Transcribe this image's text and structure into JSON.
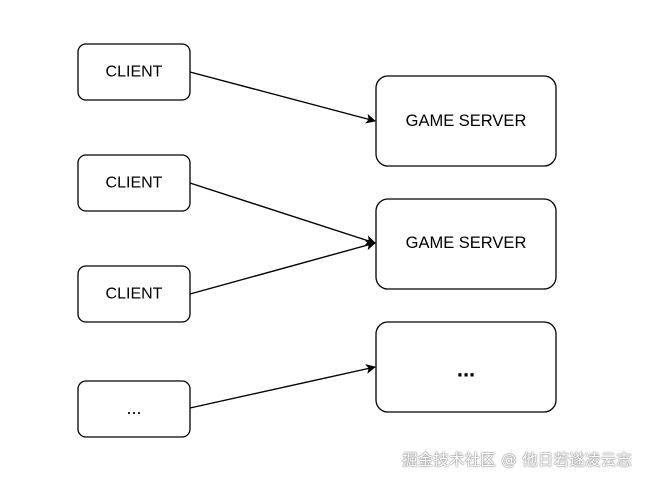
{
  "clients": [
    {
      "id": "client-1",
      "label": "CLIENT"
    },
    {
      "id": "client-2",
      "label": "CLIENT"
    },
    {
      "id": "client-3",
      "label": "CLIENT"
    },
    {
      "id": "client-more",
      "label": "..."
    }
  ],
  "servers": [
    {
      "id": "server-1",
      "label": "GAME SERVER"
    },
    {
      "id": "server-2",
      "label": "GAME SERVER"
    },
    {
      "id": "server-more",
      "label": "..."
    }
  ],
  "connections": [
    {
      "from": "client-1",
      "to": "server-1"
    },
    {
      "from": "client-2",
      "to": "server-2"
    },
    {
      "from": "client-3",
      "to": "server-2"
    },
    {
      "from": "client-more",
      "to": "server-more"
    }
  ],
  "watermark": "掘金技术社区 @ 他日若遂凌云志",
  "colors": {
    "background": "#ffffff",
    "stroke": "#000000",
    "text": "#000000"
  }
}
